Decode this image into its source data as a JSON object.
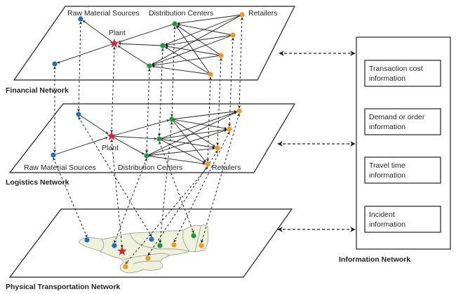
{
  "colors": {
    "raw_material": "#1f6fbf",
    "plant": "#d7262e",
    "distribution_center": "#1a9a3a",
    "retailer": "#f7941d",
    "land_fill": "#eef2da",
    "land_stroke": "#a7a9ac",
    "line": "#231f20"
  },
  "layers": {
    "financial": {
      "title": "Financial Network",
      "labels": {
        "raw": "Raw Material Sources",
        "dc": "Distribution Centers",
        "retailers": "Retailers",
        "plant": "Plant"
      }
    },
    "logistics": {
      "title": "Logistics Network",
      "labels": {
        "raw": "Raw Material Sources",
        "dc": "Distribution Centers",
        "retailers": "Retailers",
        "plant": "Plant"
      }
    },
    "physical": {
      "title": "Physical Transportation Network"
    }
  },
  "information_network": {
    "title": "Information Network",
    "items": [
      {
        "line1": "Transaction cost",
        "line2": "information"
      },
      {
        "line1": "Demand or order",
        "line2": "information"
      },
      {
        "line1": "Travel time",
        "line2": "information"
      },
      {
        "line1": "Incident",
        "line2": "information"
      }
    ]
  },
  "node_types": [
    "raw_material",
    "plant",
    "distribution_center",
    "retailer"
  ]
}
